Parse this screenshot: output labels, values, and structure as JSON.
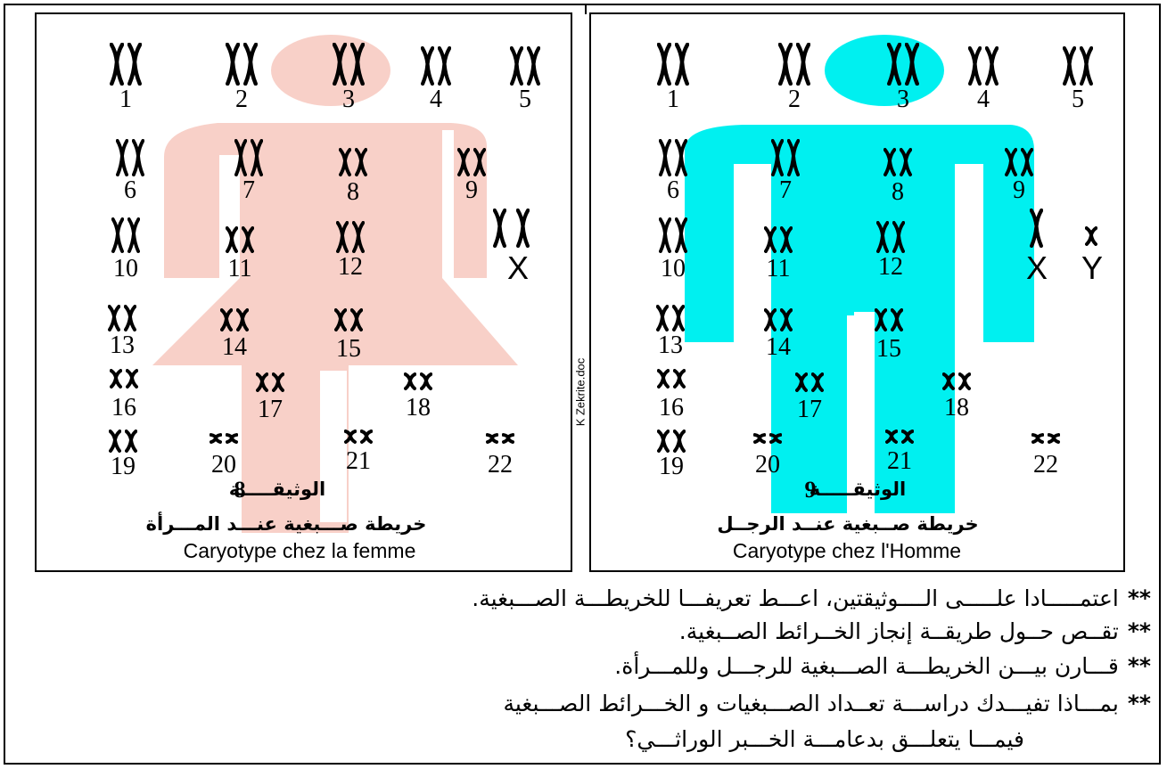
{
  "panels": {
    "female": {
      "doc_label": "الوثيقـــــة",
      "doc_number": "8",
      "title_ar": "خريطة صـــبغية عنـــد المـــرأة",
      "title_fr": "Caryotype chez la femme",
      "silhouette_color": "#F8D0C8",
      "sex_chromosomes": [
        "X"
      ]
    },
    "male": {
      "doc_label": "الوثيقـــــة",
      "doc_number": "9",
      "title_ar": "خريطة صــبغية عنــد الرجــل",
      "title_fr": "Caryotype chez l'Homme",
      "silhouette_color": "#00F0F0",
      "sex_chromosomes": [
        "X",
        "Y"
      ]
    }
  },
  "chromosome_numbers": [
    "1",
    "2",
    "3",
    "4",
    "5",
    "6",
    "7",
    "8",
    "9",
    "10",
    "11",
    "12",
    "13",
    "14",
    "15",
    "16",
    "17",
    "18",
    "19",
    "20",
    "21",
    "22"
  ],
  "vertical_credit": "K Zekrite.doc",
  "questions": {
    "stars": "**",
    "q1": "اعتمـــــادا علـــــى الــــوثيقتين، اعـــط تعريفـــا للخريطـــة الصـــبغية.",
    "q2": "تقــص حــول طريقــة إنجاز الخــرائط الصــبغية.",
    "q3": "قـــارن بيـــن الخريطـــة الصـــبغية للرجـــل وللمـــرأة.",
    "q4_line1": "بمـــاذا تفيـــدك دراســـة تعــداد الصـــبغيات و الخـــرائط الصـــبغية",
    "q4_line2": "فيمـــا يتعلـــق بدعامـــة الخـــبر الوراثـــي؟"
  }
}
